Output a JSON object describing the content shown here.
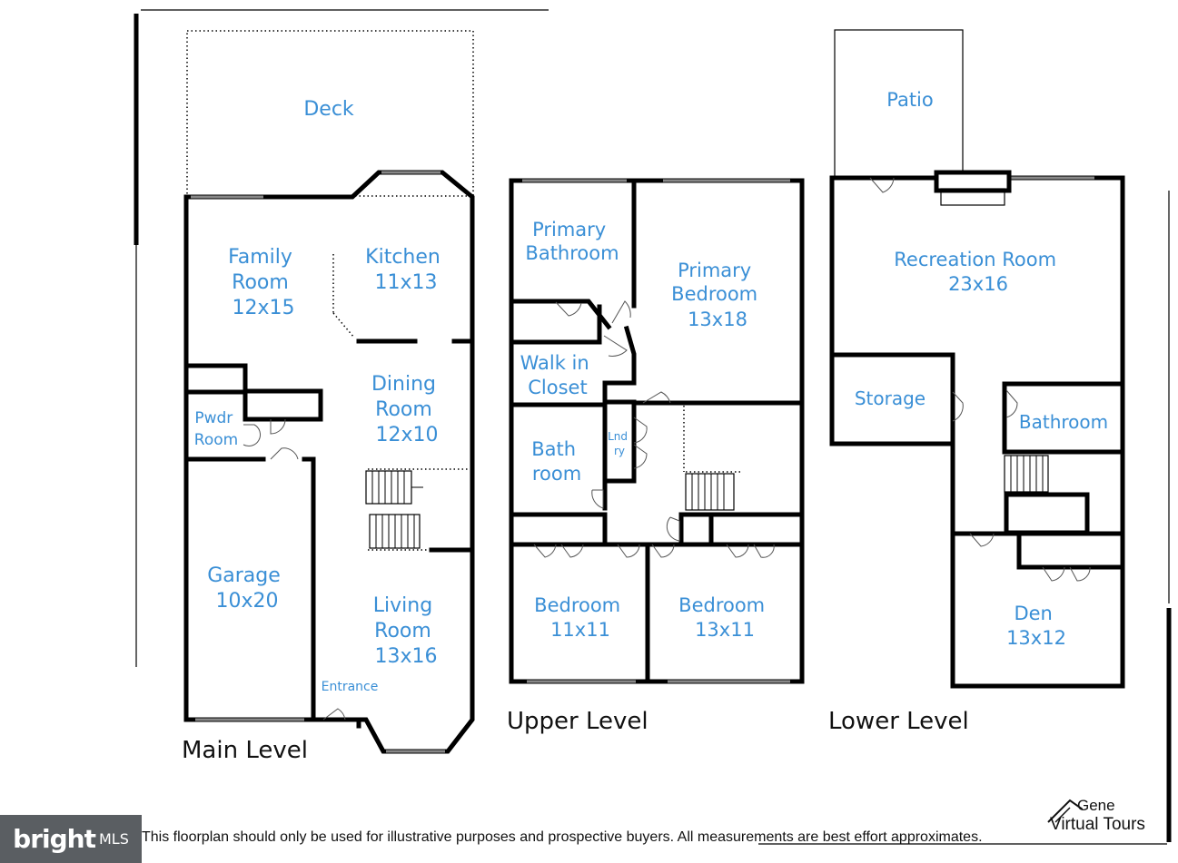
{
  "levels": {
    "main": "Main Level",
    "upper": "Upper Level",
    "lower": "Lower Level"
  },
  "rooms": {
    "deck": [
      "Deck"
    ],
    "family_room": [
      "Family",
      "Room",
      "12x15"
    ],
    "kitchen": [
      "Kitchen",
      "11x13"
    ],
    "dining_room": [
      "Dining",
      "Room",
      "12x10"
    ],
    "pwdr_room": [
      "Pwdr",
      "Room"
    ],
    "garage": [
      "Garage",
      "10x20"
    ],
    "living_room": [
      "Living",
      "Room",
      "13x16"
    ],
    "entrance": [
      "Entrance"
    ],
    "primary_bathroom": [
      "Primary",
      "Bathroom"
    ],
    "primary_bedroom": [
      "Primary",
      "Bedroom",
      "13x18"
    ],
    "walk_in_closet": [
      "Walk in",
      "Closet"
    ],
    "bath_room": [
      "Bath",
      "room"
    ],
    "laundry": [
      "Lnd",
      "ry"
    ],
    "bedroom_a": [
      "Bedroom",
      "11x11"
    ],
    "bedroom_b": [
      "Bedroom",
      "13x11"
    ],
    "patio": [
      "Patio"
    ],
    "recreation_room": [
      "Recreation Room",
      "23x16"
    ],
    "storage": [
      "Storage"
    ],
    "bathroom": [
      "Bathroom"
    ],
    "den": [
      "Den",
      "13x12"
    ]
  },
  "footer": {
    "logo_word": "bright",
    "logo_suffix": "MLS",
    "disclaimer": "This floorplan should only be used for illustrative purposes and prospective buyers. All measurements are best effort approximates.",
    "brand_name": "Gene",
    "brand_sub": "Virtual Tours"
  },
  "colors": {
    "room_label": "#3a8fd6",
    "wall": "#000000",
    "logo_bg": "#5a5e62"
  }
}
